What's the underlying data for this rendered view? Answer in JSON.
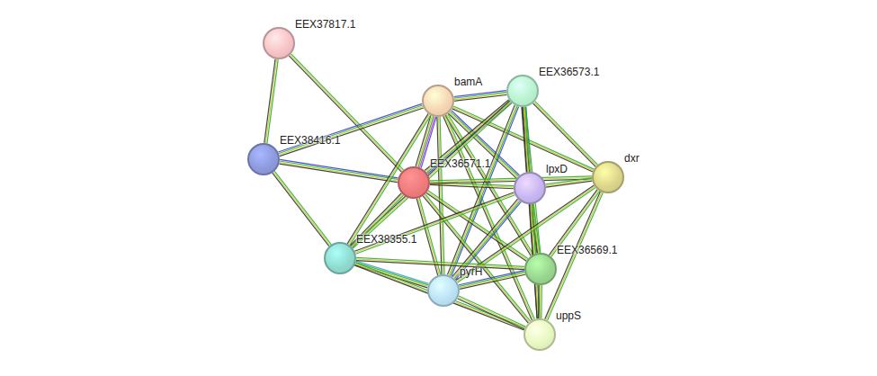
{
  "diagram": {
    "nodes": [
      {
        "text": [
          "EEX37817.1"
        ]
      },
      {
        "text": [
          "EEX36573.1"
        ]
      },
      {
        "text": [
          "bamA"
        ]
      },
      {
        "text": [
          "EEX38416.1"
        ]
      },
      {
        "text": [
          "dxr"
        ]
      },
      {
        "text": [
          "EEX36571.1"
        ]
      },
      {
        "text": [
          "lpxD"
        ]
      },
      {
        "text": [
          "EEX38355.1"
        ]
      },
      {
        "text": [
          "EEX36569.1"
        ]
      },
      {
        "text": [
          "pyrH"
        ]
      },
      {
        "text": [
          "uppS"
        ]
      }
    ],
    "edges": [
      {
        "from": 0,
        "to": 3,
        "arrow": "none"
      },
      {
        "from": 0,
        "to": 5,
        "arrow": "none"
      },
      {
        "from": 3,
        "to": 2,
        "arrow": "none"
      },
      {
        "from": 3,
        "to": 5,
        "arrow": "none"
      },
      {
        "from": 3,
        "to": 7,
        "arrow": "none"
      },
      {
        "from": 2,
        "to": 1,
        "arrow": "none"
      },
      {
        "from": 2,
        "to": 5,
        "arrow": "none"
      },
      {
        "from": 2,
        "to": 6,
        "arrow": "none"
      },
      {
        "from": 2,
        "to": 4,
        "arrow": "none"
      },
      {
        "from": 2,
        "to": 7,
        "arrow": "none"
      },
      {
        "from": 2,
        "to": 9,
        "arrow": "none"
      },
      {
        "from": 2,
        "to": 8,
        "arrow": "none"
      },
      {
        "from": 2,
        "to": 10,
        "arrow": "none"
      },
      {
        "from": 1,
        "to": 5,
        "arrow": "none"
      },
      {
        "from": 1,
        "to": 6,
        "arrow": "none"
      },
      {
        "from": 1,
        "to": 4,
        "arrow": "none"
      },
      {
        "from": 1,
        "to": 7,
        "arrow": "none"
      },
      {
        "from": 1,
        "to": 9,
        "arrow": "none"
      },
      {
        "from": 1,
        "to": 8,
        "arrow": "none"
      },
      {
        "from": 1,
        "to": 10,
        "arrow": "none"
      },
      {
        "from": 5,
        "to": 6,
        "arrow": "none"
      },
      {
        "from": 5,
        "to": 4,
        "arrow": "none"
      },
      {
        "from": 5,
        "to": 7,
        "arrow": "none"
      },
      {
        "from": 5,
        "to": 9,
        "arrow": "none"
      },
      {
        "from": 5,
        "to": 8,
        "arrow": "none"
      },
      {
        "from": 5,
        "to": 10,
        "arrow": "none"
      },
      {
        "from": 6,
        "to": 4,
        "arrow": "none"
      },
      {
        "from": 6,
        "to": 7,
        "arrow": "none"
      },
      {
        "from": 6,
        "to": 9,
        "arrow": "none"
      },
      {
        "from": 6,
        "to": 8,
        "arrow": "none"
      },
      {
        "from": 6,
        "to": 10,
        "arrow": "none"
      },
      {
        "from": 4,
        "to": 8,
        "arrow": "none"
      },
      {
        "from": 4,
        "to": 10,
        "arrow": "none"
      },
      {
        "from": 4,
        "to": 9,
        "arrow": "none"
      },
      {
        "from": 7,
        "to": 9,
        "arrow": "none"
      },
      {
        "from": 7,
        "to": 8,
        "arrow": "none"
      },
      {
        "from": 7,
        "to": 10,
        "arrow": "none"
      },
      {
        "from": 9,
        "to": 8,
        "arrow": "none"
      },
      {
        "from": 9,
        "to": 10,
        "arrow": "none"
      },
      {
        "from": 8,
        "to": 10,
        "arrow": "none"
      }
    ]
  }
}
